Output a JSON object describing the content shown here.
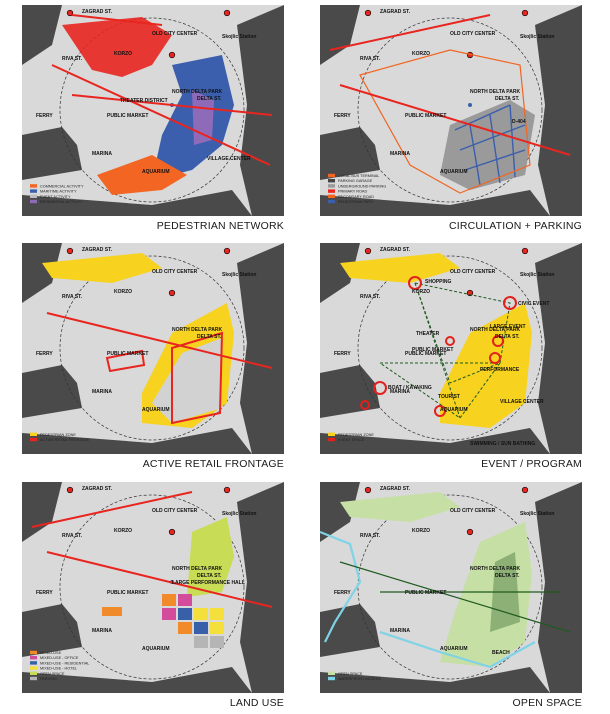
{
  "colors": {
    "map_bg": "#d9d9d9",
    "land": "#4a4a4a",
    "street": "#ffffff",
    "red": "#e8251f",
    "orange": "#f26522",
    "blue": "#3b5fad",
    "purple": "#8e6bb8",
    "yellow": "#f7d21e",
    "grey_block": "#bdbdbd",
    "event_red": "#e2211c",
    "green_dark": "#1f5a1f",
    "open_space": "#c6dfa4",
    "waterfront": "#7fd3e6",
    "lu_pink": "#d34b9b",
    "lu_blue": "#3860a8",
    "lu_orange": "#f18a2a",
    "lu_yellow": "#f5e03b",
    "lu_green": "#c8dc55",
    "lu_grey": "#b5b5b5"
  },
  "common_labels": {
    "zagrad": "ZAGRAD ST.",
    "old_city": "OLD CITY CENTER",
    "station": "Skojlic Station",
    "korzo": "KORZO",
    "riva": "RIVA ST.",
    "ferry": "FERRY",
    "marina": "MARINA",
    "delta_st": "DELTA ST.",
    "north_delta_park": "NORTH DELTA PARK",
    "public_market": "PUBLIC MARKET",
    "aquarium": "AQUARIUM"
  },
  "panels": [
    {
      "id": "pedestrian-network",
      "caption": "PEDESTRIAN NETWORK",
      "labels": {
        "theater_district": "THEATER DISTRICT",
        "village_center": "VILLAGE CENTER"
      },
      "legend": [
        {
          "color": "#f26522",
          "label": "COMMERCIAL ACTIVITY"
        },
        {
          "color": "#3b5fad",
          "label": "MARITIME ACTIVITY"
        },
        {
          "color": "#bdbdbd",
          "label": "EVENT ACTIVITY"
        },
        {
          "color": "#8e6bb8",
          "label": "RESIDENTIAL ACTIVITY"
        }
      ]
    },
    {
      "id": "circulation-parking",
      "caption": "CIRCULATION + PARKING",
      "labels": {
        "d404": "D-404"
      },
      "legend": [
        {
          "color": "#f26522",
          "label": "LOCAL BUS TERMINAL"
        },
        {
          "color": "#444444",
          "label": "PARKING GARAGE"
        },
        {
          "color": "#9a9a9a",
          "label": "UNDERGROUND PARKING"
        },
        {
          "color": "#e8251f",
          "label": "PRIMARY ROAD"
        },
        {
          "color": "#f26522",
          "label": "SECONDARY ROAD"
        },
        {
          "color": "#3b5fad",
          "label": "PEDESTRIAN PATH"
        }
      ]
    },
    {
      "id": "active-retail-frontage",
      "caption": "ACTIVE RETAIL FRONTAGE",
      "labels": {},
      "legend": [
        {
          "color": "#f7d21e",
          "label": "PEDESTRIAN ZONE"
        },
        {
          "color": "#e8251f",
          "label": "ACTIVE RETAIL FRONTAGE"
        }
      ]
    },
    {
      "id": "event-program",
      "caption": "EVENT / PROGRAM",
      "labels": {
        "shopping": "SHOPPING",
        "civic_event": "CIVIC EVENT",
        "theater": "THEATER",
        "large_event": "LARGE EVENT",
        "public_market": "PUBLIC MARKET",
        "performance": "PERFORMANCE",
        "boat": "BOAT / KAYAKING",
        "tourist": "TOURIST",
        "village_center": "VILLAGE CENTER",
        "swimming": "SWIMMING / SUN BATHING"
      },
      "legend": [
        {
          "color": "#f7d21e",
          "label": "PEDESTRIAN ZONE"
        },
        {
          "color": "#e2211c",
          "label": "EVENT SPACE"
        }
      ]
    },
    {
      "id": "land-use",
      "caption": "LAND USE",
      "labels": {
        "large_perf_hall": "LARGE PERFORMANCE HALL"
      },
      "legend": [
        {
          "color": "#f18a2a",
          "label": "MIXED-USE"
        },
        {
          "color": "#d34b9b",
          "label": "MIXED-USE - OFFICE"
        },
        {
          "color": "#3860a8",
          "label": "MIXED-USE - RESIDENTIAL"
        },
        {
          "color": "#f5e03b",
          "label": "MIXED-USE - HOTEL"
        },
        {
          "color": "#c8dc55",
          "label": "OPEN SPACE"
        },
        {
          "color": "#b5b5b5",
          "label": "PARKING"
        }
      ]
    },
    {
      "id": "open-space",
      "caption": "OPEN SPACE",
      "labels": {
        "beach": "BEACH"
      },
      "legend": [
        {
          "color": "#c6dfa4",
          "label": "OPEN SPACE"
        },
        {
          "color": "#7fd3e6",
          "label": "WATERFRONT ACCESS"
        }
      ]
    }
  ]
}
